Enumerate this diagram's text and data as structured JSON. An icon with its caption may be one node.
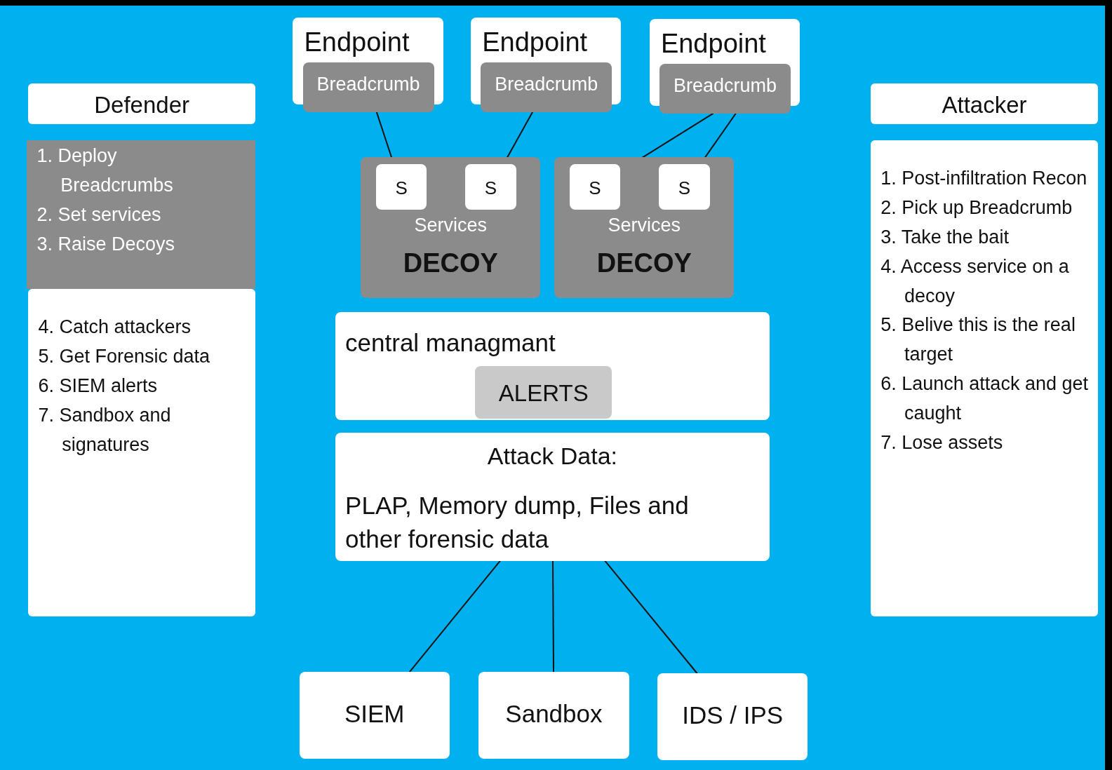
{
  "diagram": {
    "nodes": [
      {
        "text": [
          "Defender"
        ]
      },
      {
        "text": [
          "1. Deploy Breadcrumbs",
          "2. Set services",
          "3. Raise Decoys"
        ]
      },
      {
        "text": [
          "4. Catch attackers",
          "5. Get Forensic data",
          "6. SIEM alerts",
          "7. Sandbox and signatures"
        ]
      },
      {
        "text": [
          "Endpoint"
        ]
      },
      {
        "text": [
          "Breadcrumb"
        ]
      },
      {
        "text": [
          "Endpoint"
        ]
      },
      {
        "text": [
          "Breadcrumb"
        ]
      },
      {
        "text": [
          "Endpoint"
        ]
      },
      {
        "text": [
          "Breadcrumb"
        ]
      },
      {
        "text": [
          "Services",
          "DECOY"
        ]
      },
      {
        "text": [
          "S"
        ],
        "in": 9
      },
      {
        "text": [
          "S"
        ],
        "in": 9
      },
      {
        "text": [
          "Services",
          "DECOY"
        ]
      },
      {
        "text": [
          "S"
        ],
        "in": 12
      },
      {
        "text": [
          "S"
        ],
        "in": 12
      },
      {
        "text": [
          "Attacker"
        ]
      },
      {
        "text": [
          "1. Post-infiltration Recon",
          "2. Pick up Breadcrumb",
          "3. Take the bait",
          "4. Access service on a decoy",
          "5. Belive this is the real target",
          "6. Launch attack and get caught",
          "7. Lose assets"
        ]
      },
      {
        "text": [
          "central managmant"
        ]
      },
      {
        "text": [
          "ALERTS"
        ],
        "in": 17
      },
      {
        "text": [
          "Attack Data:",
          "PLAP, Memory dump, Files and other forensic data"
        ]
      },
      {
        "text": [
          "SIEM"
        ]
      },
      {
        "text": [
          "Sandbox"
        ]
      },
      {
        "text": [
          "IDS / IPS"
        ]
      }
    ],
    "edges": [
      {
        "from": 4,
        "to": 10,
        "arrow": "none"
      },
      {
        "from": 6,
        "to": 11,
        "arrow": "none"
      },
      {
        "from": 8,
        "to": 13,
        "arrow": "none"
      },
      {
        "from": 8,
        "to": 14,
        "arrow": "none"
      },
      {
        "from": 19,
        "to": 20,
        "arrow": "none"
      },
      {
        "from": 19,
        "to": 21,
        "arrow": "none"
      },
      {
        "from": 19,
        "to": 22,
        "arrow": "none"
      }
    ]
  }
}
